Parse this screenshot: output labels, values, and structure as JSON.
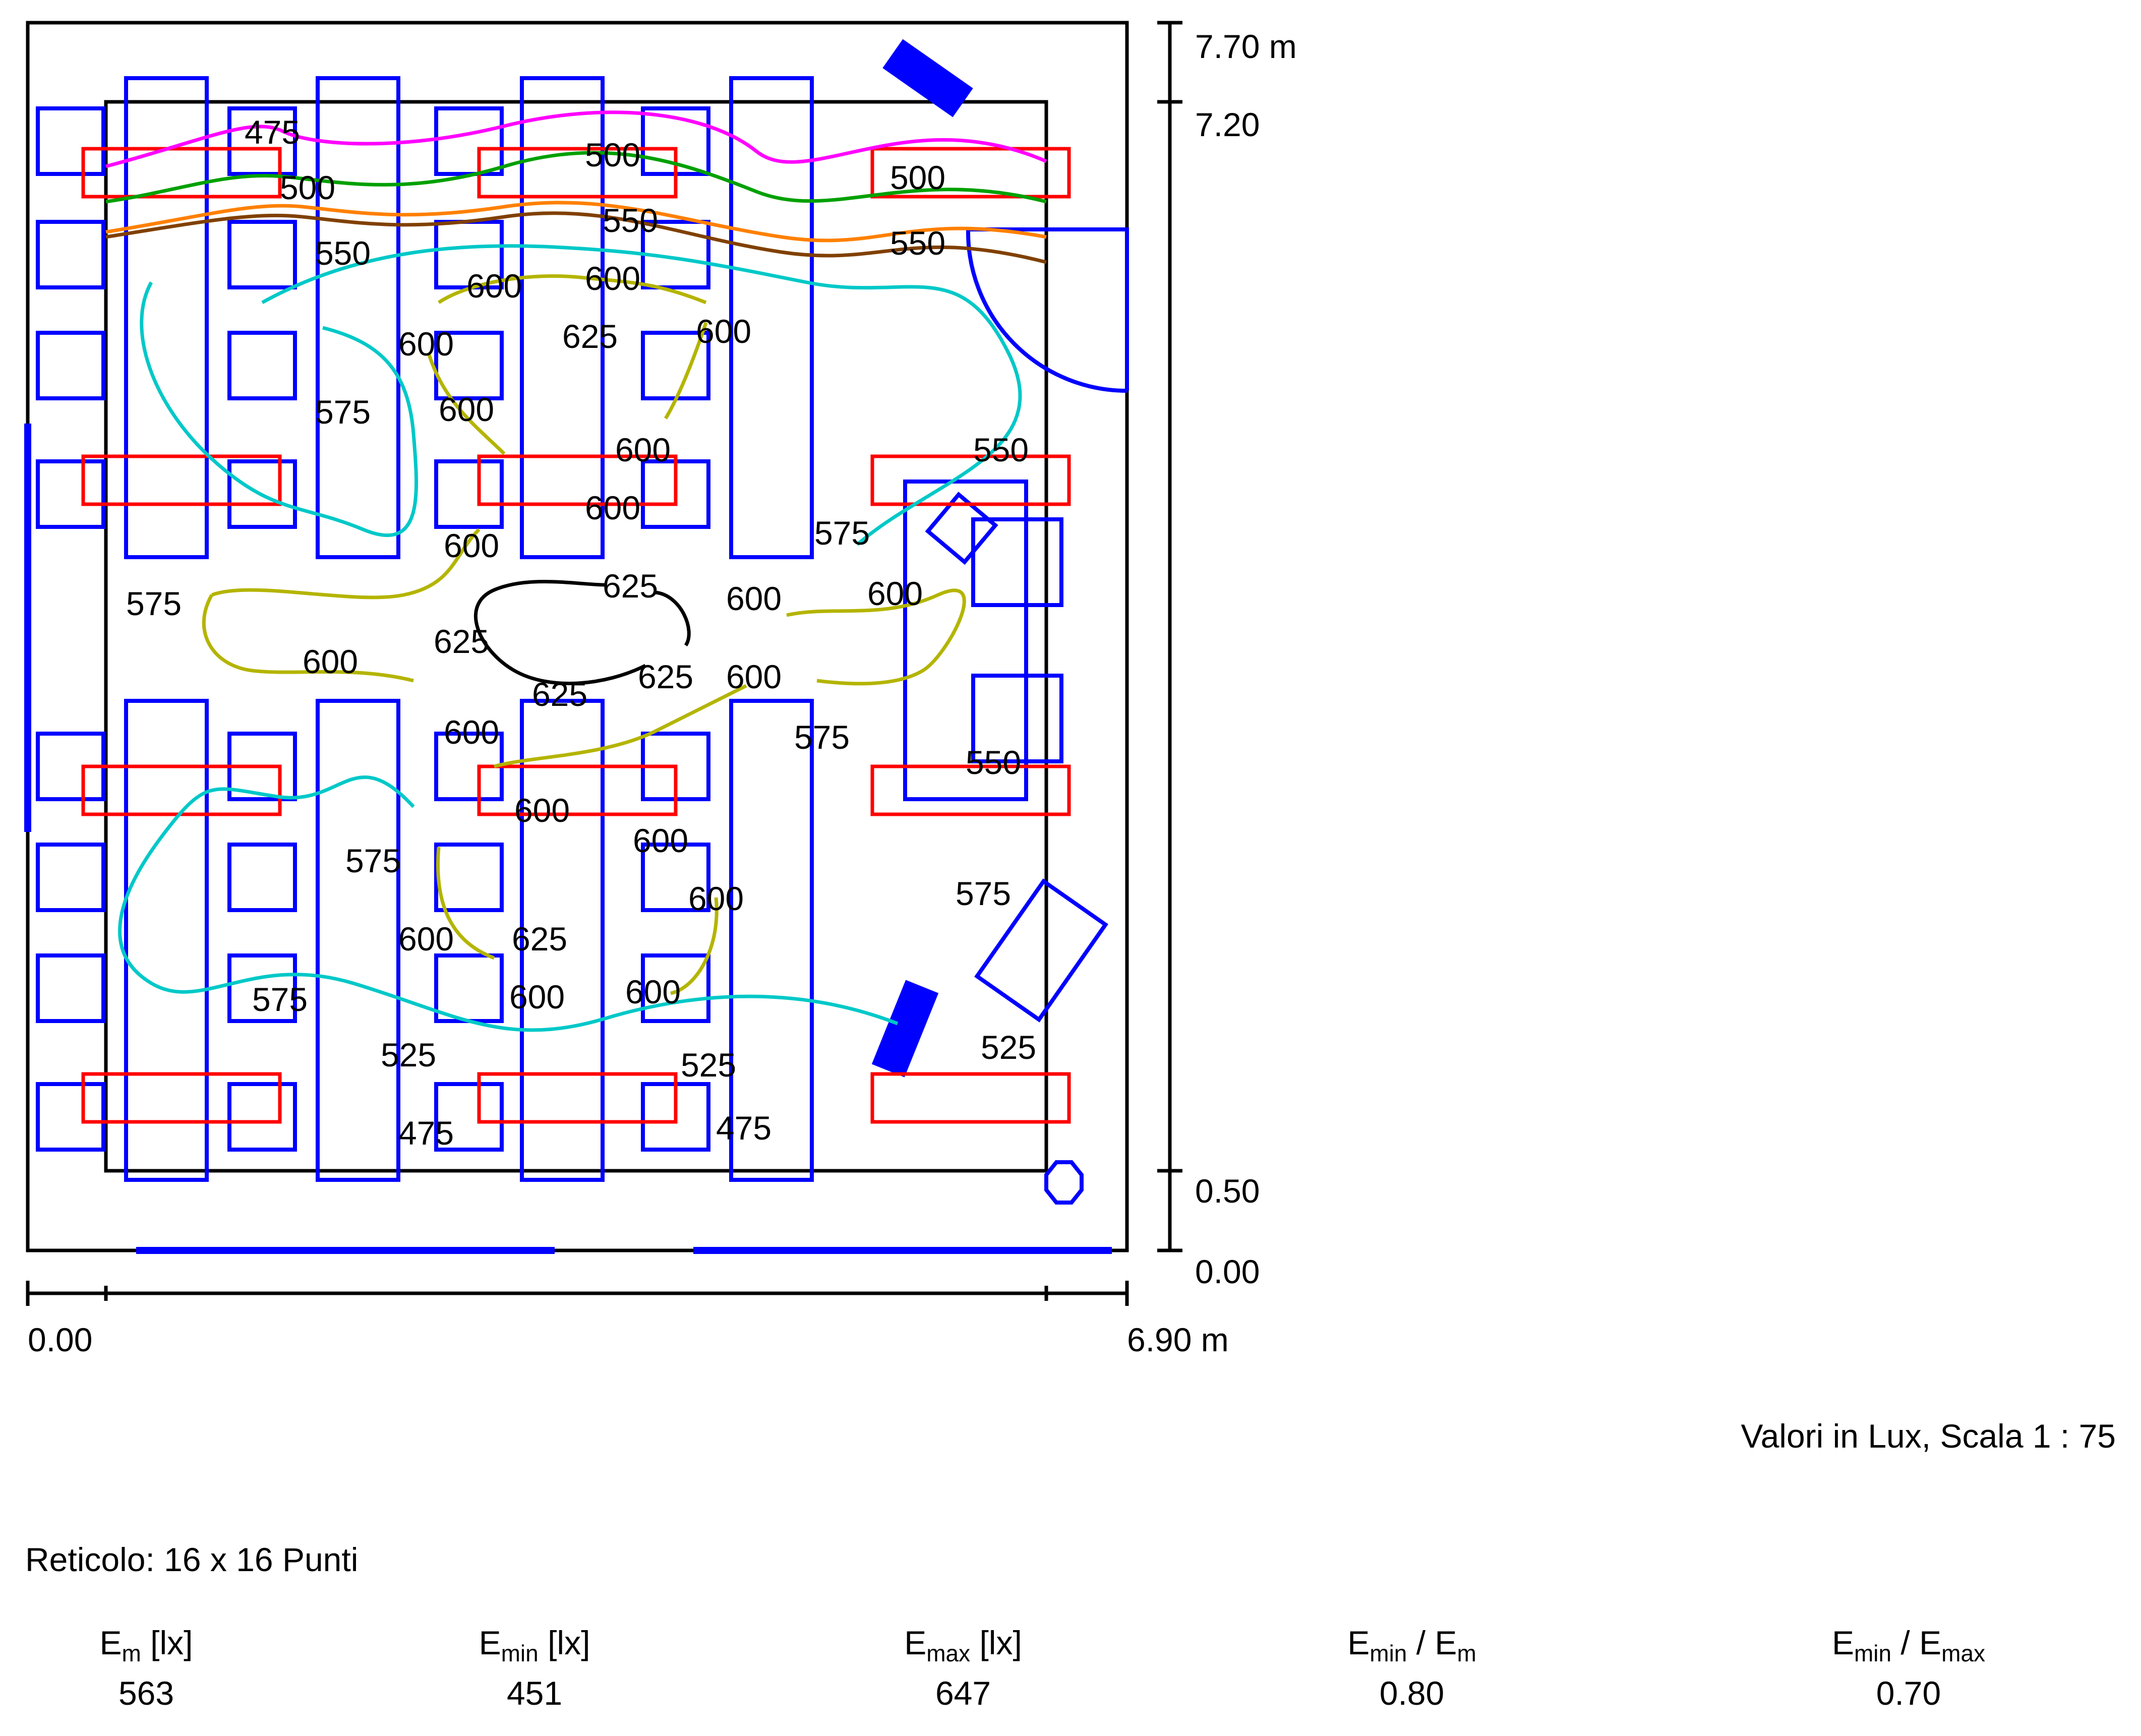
{
  "diagram": {
    "right_scale": [
      "7.70 m",
      "7.20",
      "0.50",
      "0.00"
    ],
    "bottom_scale": [
      "0.00",
      "6.90 m"
    ],
    "contour_labels": {
      "l475": "475",
      "l500": "500",
      "l525": "525",
      "l550": "550",
      "l575": "575",
      "l600": "600",
      "l625": "625"
    },
    "contour_colors": {
      "c475": "#ff00ff",
      "c500": "#00a000",
      "c525": "#ff8000",
      "c550": "#804000",
      "c575": "#00c8c8",
      "c600": "#b4b400",
      "c625": "#000000",
      "furniture": "#0000ff",
      "luminaire": "#ff0000"
    }
  },
  "footer": {
    "units_scale": "Valori in Lux, Scala 1 : 75",
    "grid": "Reticolo: 16 x 16 Punti",
    "stats": [
      {
        "main": "E",
        "sub": "m",
        "unit": " [lx]",
        "value": "563"
      },
      {
        "main": "E",
        "sub": "min",
        "unit": " [lx]",
        "value": "451"
      },
      {
        "main": "E",
        "sub": "max",
        "unit": " [lx]",
        "value": "647"
      },
      {
        "main": "E",
        "sub": "min",
        "div": " / E",
        "sub2": "m",
        "value": "0.80"
      },
      {
        "main": "E",
        "sub": "min",
        "div": " / E",
        "sub2": "max",
        "value": "0.70"
      }
    ]
  }
}
